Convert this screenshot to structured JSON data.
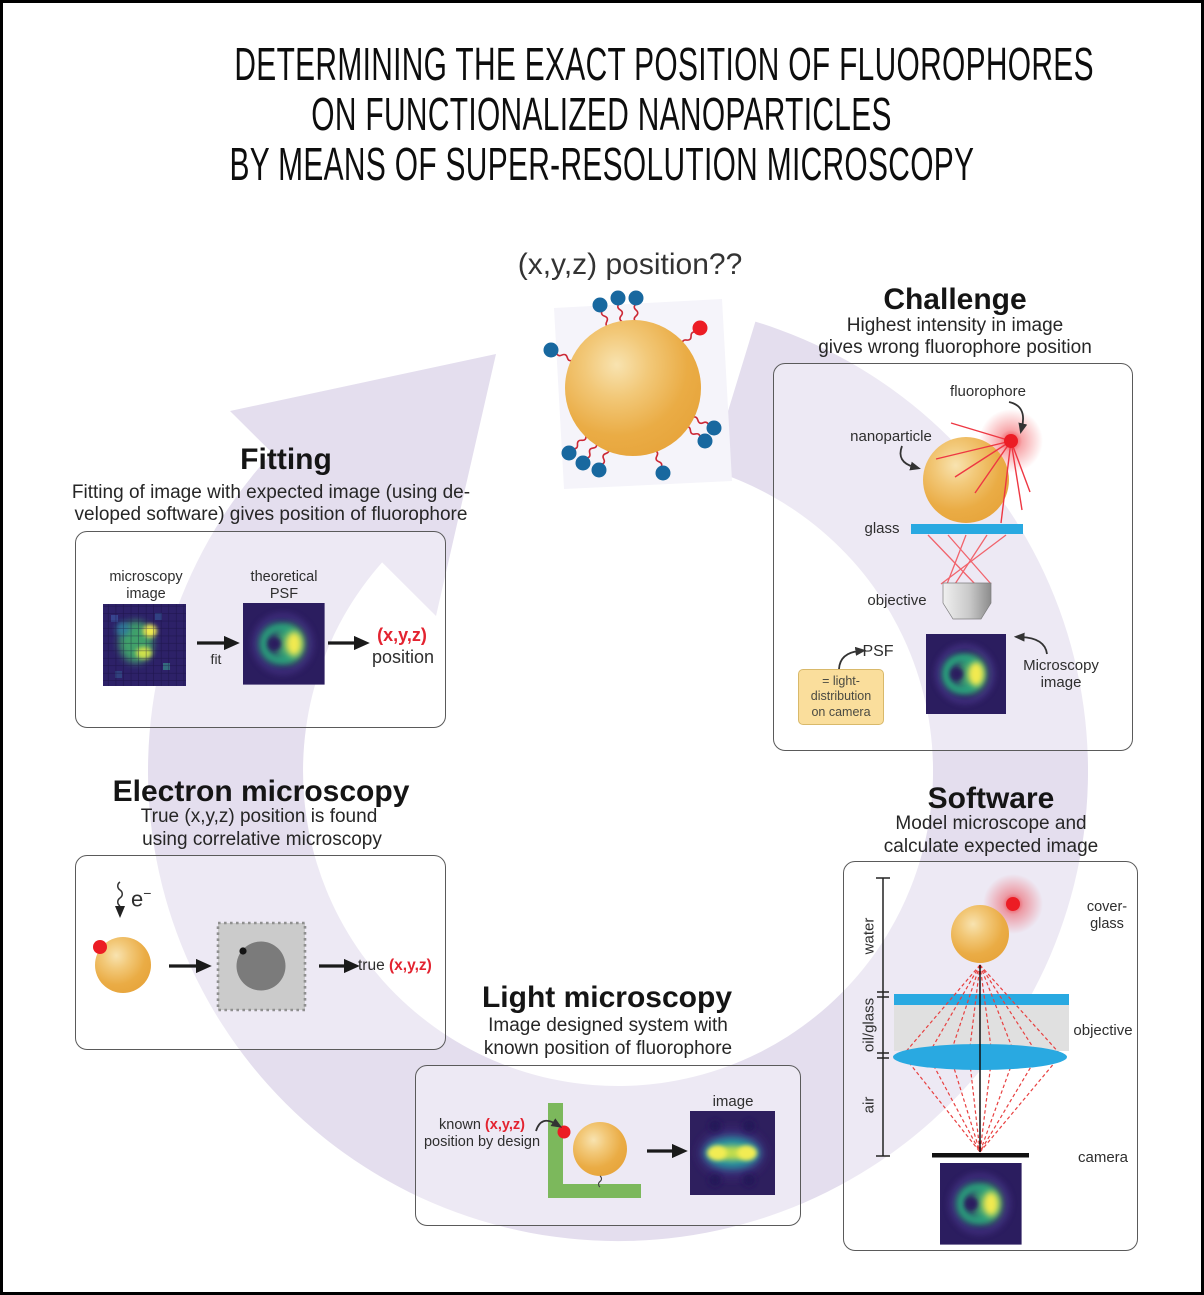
{
  "title": {
    "line1": "DETERMINING THE EXACT POSITION OF FLUOROPHORES",
    "line2": "ON FUNCTIONALIZED NANOPARTICLES",
    "line3": "BY MEANS OF SUPER-RESOLUTION MICROSCOPY"
  },
  "center": {
    "question": "(x,y,z) position??"
  },
  "panels": {
    "challenge": {
      "title": "Challenge",
      "subtitle1": "Highest intensity in image",
      "subtitle2": "gives wrong fluorophore position",
      "labels": {
        "fluorophore": "fluorophore",
        "nanoparticle": "nanoparticle",
        "glass": "glass",
        "objective": "objective",
        "psf": "PSF",
        "note1": "= light-",
        "note2": "distribution",
        "note3": "on camera",
        "mic1": "Microscopy",
        "mic2": "image"
      }
    },
    "software": {
      "title": "Software",
      "subtitle1": "Model microscope and",
      "subtitle2": "calculate expected image",
      "labels": {
        "water": "water",
        "oil_glass": "oil/glass",
        "air": "air",
        "cover1": "cover-",
        "cover2": "glass",
        "objective": "objective",
        "camera": "camera"
      }
    },
    "light": {
      "title": "Light microscopy",
      "subtitle1": "Image designed system with",
      "subtitle2": "known position of fluorophore",
      "labels": {
        "known_prefix": "known ",
        "xyz": "(x,y,z)",
        "by_design": "position by design",
        "image": "image"
      }
    },
    "electron": {
      "title": "Electron microscopy",
      "subtitle1": "True (x,y,z) position is found",
      "subtitle2": "using correlative microscopy",
      "labels": {
        "e": "e",
        "minus": "−",
        "true_prefix": "true ",
        "xyz": "(x,y,z)"
      }
    },
    "fitting": {
      "title": "Fitting",
      "subtitle1": "Fitting of image with expected image (using de-",
      "subtitle2": "veloped software) gives position of fluorophore",
      "labels": {
        "img1": "microscopy",
        "img2": "image",
        "psf1": "theoretical",
        "psf2": "PSF",
        "fit": "fit",
        "xyz": "(x,y,z)",
        "position": "position"
      }
    }
  },
  "colors": {
    "accent_red": "#e32330",
    "nanoparticle_orange": "#e9a93f",
    "ligand_blue": "#18689f",
    "glass_blue": "#29a9e1",
    "cycle_ring": "#e4deee",
    "holder_green": "#7cb85c",
    "note_bg": "#fade9c"
  }
}
